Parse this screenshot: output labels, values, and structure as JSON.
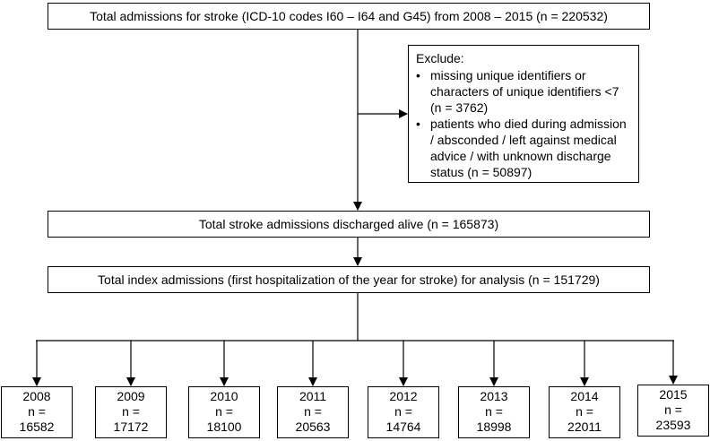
{
  "flow": {
    "total_admissions": "Total admissions for stroke (ICD-10 codes I60 – I64 and G45) from 2008 – 2015 (n = 220532)",
    "exclude": {
      "title": "Exclude:",
      "items": [
        "missing unique identifiers or characters of unique identifiers <7 (n = 3762)",
        "patients who died during admission / absconded / left against medical advice / with unknown discharge status (n = 50897)"
      ]
    },
    "discharged_alive": "Total stroke admissions discharged alive (n = 165873)",
    "index_admissions": "Total index admissions (first hospitalization of the year for stroke) for analysis (n = 151729)",
    "years": [
      {
        "year": "2008",
        "n_label": "n =",
        "n": "16582"
      },
      {
        "year": "2009",
        "n_label": "n =",
        "n": "17172"
      },
      {
        "year": "2010",
        "n_label": "n =",
        "n": "18100"
      },
      {
        "year": "2011",
        "n_label": "n =",
        "n": "20563"
      },
      {
        "year": "2012",
        "n_label": "n =",
        "n": "14764"
      },
      {
        "year": "2013",
        "n_label": "n =",
        "n": "18998"
      },
      {
        "year": "2014",
        "n_label": "n =",
        "n": "22011"
      },
      {
        "year": "2015",
        "n_label": "n =",
        "n": "23593"
      }
    ]
  },
  "colors": {
    "line": "#000000",
    "background": "#ffffff"
  }
}
